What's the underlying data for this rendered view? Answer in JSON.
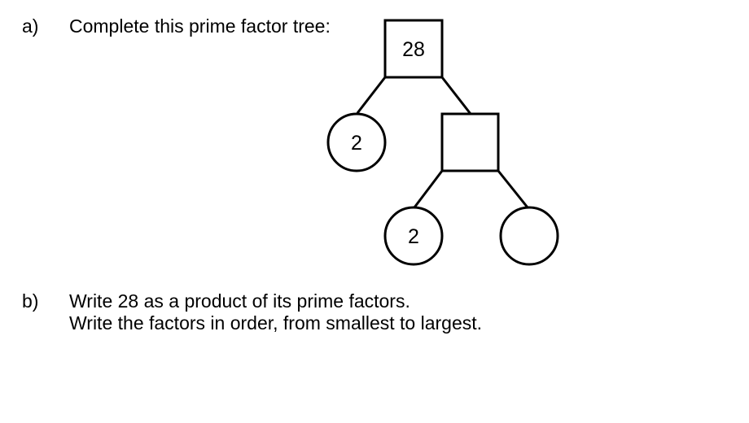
{
  "part_a": {
    "label": "a)",
    "instruction": "Complete this prime factor tree:"
  },
  "tree": {
    "root": "28",
    "left_leaf": "2",
    "middle_node": "",
    "bottom_left_leaf": "2",
    "bottom_right_leaf": ""
  },
  "part_b": {
    "label": "b)",
    "line1": "Write 28 as a product of its prime factors.",
    "line2": "Write the factors in order, from smallest to largest."
  }
}
